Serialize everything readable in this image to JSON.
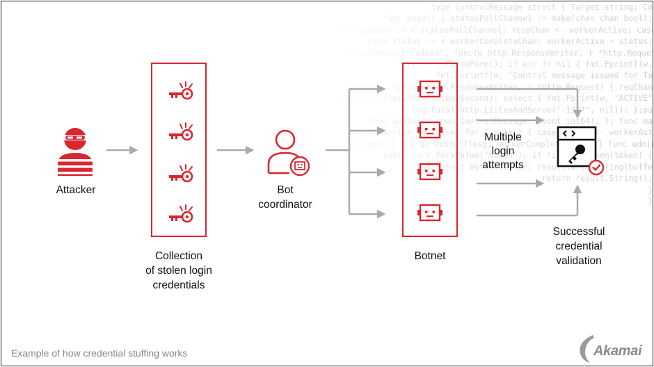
{
  "labels": {
    "attacker": "Attacker",
    "collection": [
      "Collection",
      "of stolen login",
      "credentials"
    ],
    "bot_coordinator": [
      "Bot",
      "coordinator"
    ],
    "botnet": "Botnet",
    "multiple_attempts": [
      "Multiple",
      "login",
      "attempts"
    ],
    "success": [
      "Successful",
      "credential",
      "validation"
    ]
  },
  "caption": "Example of how credential stuffing works",
  "brand": "Akamai",
  "code_lines": [
    "type ControlMessage struct { Target string; Co",
    "func main() { statusPollChannel := make(chan chan bool);",
    "case respChan := <-statusPollChannel: respChan <- workerActive; case",
    "case status := <-workerCompleteChan: workerActive = status;",
    "http.HandleFunc(\"/admin\", func(w http.ResponseWriter, r *http.Request) { hostTo",
    "err := r.ParseForm(); if err != nil { fmt.Fprintf(w,",
    "fmt.Fprintf(w, \"Control message issued for Ta",
    "func(w http.ResponseWriter, r *http.Request) { reqChan",
    "timeout := time.After(time.Second); select { fmt.Fprint(w, \"ACTIVE\"",
    "log.Fatal(http.ListenAndServe(\":1337\", nil)); };pa",
    "func admin(cc chan ControlMessage, count int64); }; func ma",
    "workerActive := false; for { select { case msg := <- workerAct",
    "if msg.Count > 0 { go doStuff(msg, workerCompleteChan); } func admin(",
    "token := r.FormValue(\"token\"); if !isValidToken(token) {",
    "var result bytes.Buffer; result.WriteString(buffe",
    "return result.String();",
    "}",
    "}"
  ],
  "colors": {
    "accent_red": "#d9262f",
    "arrow_gray": "#a9a9a9",
    "text": "#111111",
    "caption_gray": "#8a8a8a",
    "code_gray": "#cfcfcf"
  },
  "icons": {
    "attacker": "masked-attacker-icon",
    "credential": "key-icon",
    "bot_coordinator": "person-with-bot-icon",
    "bot": "robot-icon",
    "target": "login-window-key-icon",
    "check": "checkmark-badge-icon"
  }
}
